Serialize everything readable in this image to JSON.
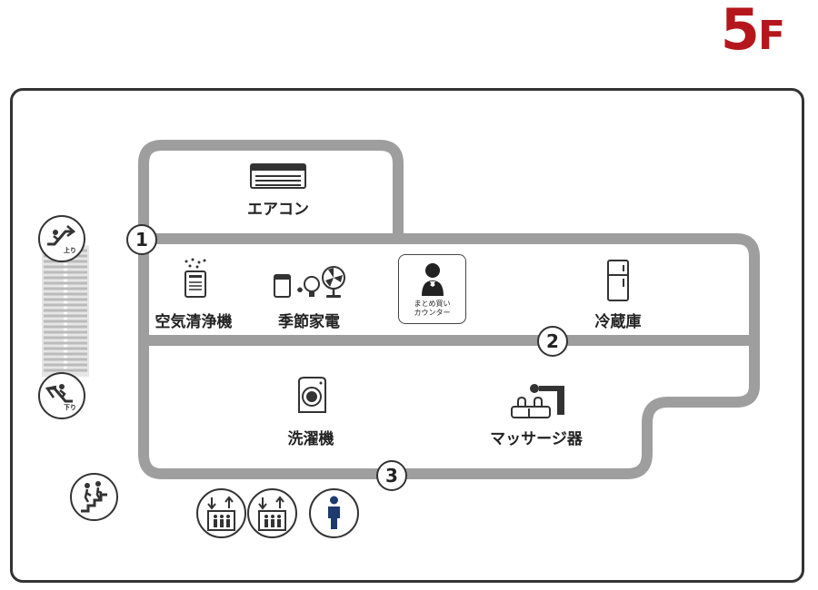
{
  "floor": {
    "number": "5",
    "suffix": "F",
    "color": "#b5161c"
  },
  "colors": {
    "corridor": "#9e9e9e",
    "frame": "#333333",
    "elevator_person": "#1f3a6e"
  },
  "areas": {
    "aircon": "エアコン",
    "air_purifier": "空気清浄機",
    "seasonal": "季節家電",
    "fridge": "冷蔵庫",
    "washer": "洗濯機",
    "massage": "マッサージ器"
  },
  "counter": {
    "line1": "まとめ買い",
    "line2": "カウンター"
  },
  "markers": [
    "1",
    "2",
    "3"
  ],
  "escalator": {
    "up": "上り",
    "down": "下り"
  },
  "facilities": [
    "stairs-icon",
    "elevator-icon",
    "elevator-icon",
    "restroom-icon"
  ]
}
